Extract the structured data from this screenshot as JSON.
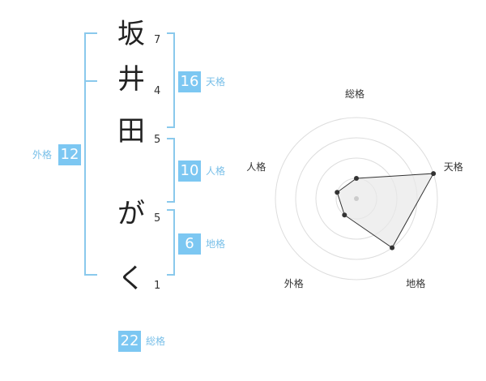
{
  "name": {
    "characters": [
      {
        "char": "坂",
        "strokes": "7"
      },
      {
        "char": "井",
        "strokes": "4"
      },
      {
        "char": "田",
        "strokes": "5"
      },
      {
        "char": "が",
        "strokes": "5"
      },
      {
        "char": "く",
        "strokes": "1"
      }
    ]
  },
  "fortune": {
    "tenkaku": {
      "value": "16",
      "label": "天格"
    },
    "jinkaku": {
      "value": "10",
      "label": "人格"
    },
    "chikaku": {
      "value": "6",
      "label": "地格"
    },
    "gaikaku": {
      "value": "12",
      "label": "外格"
    },
    "soukaku": {
      "value": "22",
      "label": "総格"
    }
  },
  "chart_data": {
    "type": "radar",
    "axes": [
      "総格",
      "天格",
      "地格",
      "外格",
      "人格"
    ],
    "levels": 4,
    "values": [
      1,
      4,
      3,
      1,
      1
    ],
    "max": 4,
    "colors": {
      "line": "#333333",
      "fill": "#e8e8e8",
      "grid": "#dddddd",
      "point": "#333333",
      "center": "#cccccc"
    }
  }
}
